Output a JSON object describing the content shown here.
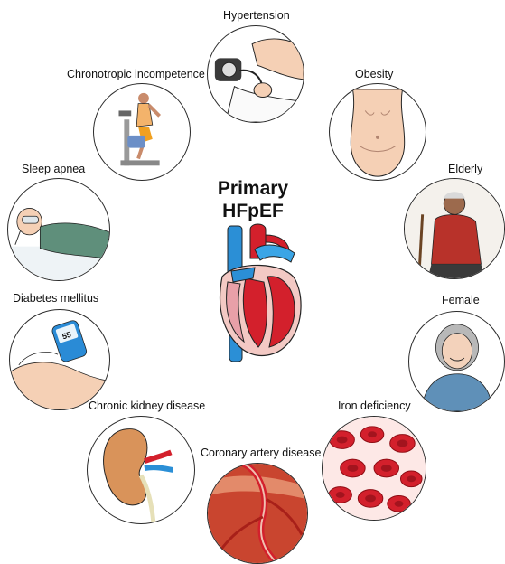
{
  "center": {
    "title_line1": "Primary",
    "title_line2": "HFpEF"
  },
  "factors": {
    "hypertension": "Hypertension",
    "chronotropic": "Chronotropic incompetence",
    "obesity": "Obesity",
    "sleep_apnea": "Sleep apnea",
    "elderly": "Elderly",
    "diabetes": "Diabetes mellitus",
    "female": "Female",
    "ckd": "Chronic kidney disease",
    "iron": "Iron deficiency",
    "cad": "Coronary artery disease"
  },
  "glucometer_reading": "55",
  "colors": {
    "outline": "#2b2b2b",
    "skin": "#f5d0b5",
    "blood_red": "#d3202c",
    "vein_blue": "#2b8fd6"
  }
}
